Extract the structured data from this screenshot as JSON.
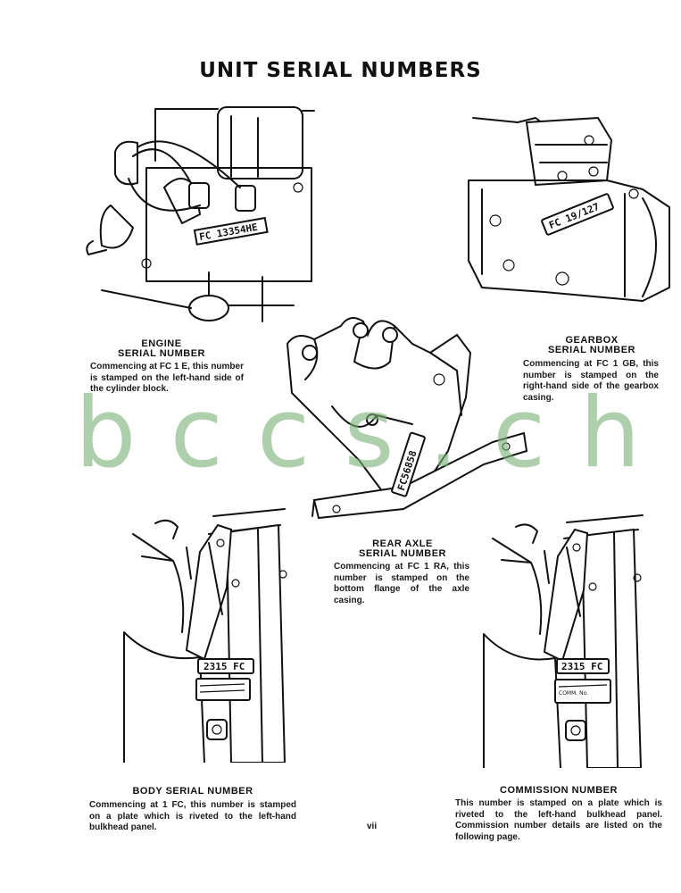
{
  "title": "UNIT SERIAL NUMBERS",
  "sections": {
    "engine": {
      "heading_line1": "ENGINE",
      "heading_line2": "SERIAL NUMBER",
      "text": "Commencing at FC 1 E, this number is stamped on the left-hand side of the cylinder block.",
      "plate_label": "FC 13354HE"
    },
    "gearbox": {
      "heading_line1": "GEARBOX",
      "heading_line2": "SERIAL NUMBER",
      "text": "Commencing at FC 1 GB, this number is stamped on the right-hand side of the gearbox casing.",
      "plate_label": "FC 19/127"
    },
    "rear_axle": {
      "heading_line1": "REAR AXLE",
      "heading_line2": "SERIAL NUMBER",
      "text": "Commencing at FC 1 RA, this number is stamped on the bottom flange of the axle casing.",
      "plate_label": "FC56858"
    },
    "body": {
      "heading": "BODY SERIAL NUMBER",
      "text": "Commencing at 1 FC, this number is stamped on a plate which is riveted to the left-hand bulkhead panel.",
      "plate_label": "2315 FC"
    },
    "commission": {
      "heading": "COMMISSION NUMBER",
      "text": "This number is stamped on a plate which is riveted to the left-hand bulkhead panel. Commission number details are listed on the following page.",
      "plate_label": "2315 FC",
      "plate_small": "COMM. No."
    }
  },
  "watermark": "bccs.ch",
  "page_number": "vii"
}
